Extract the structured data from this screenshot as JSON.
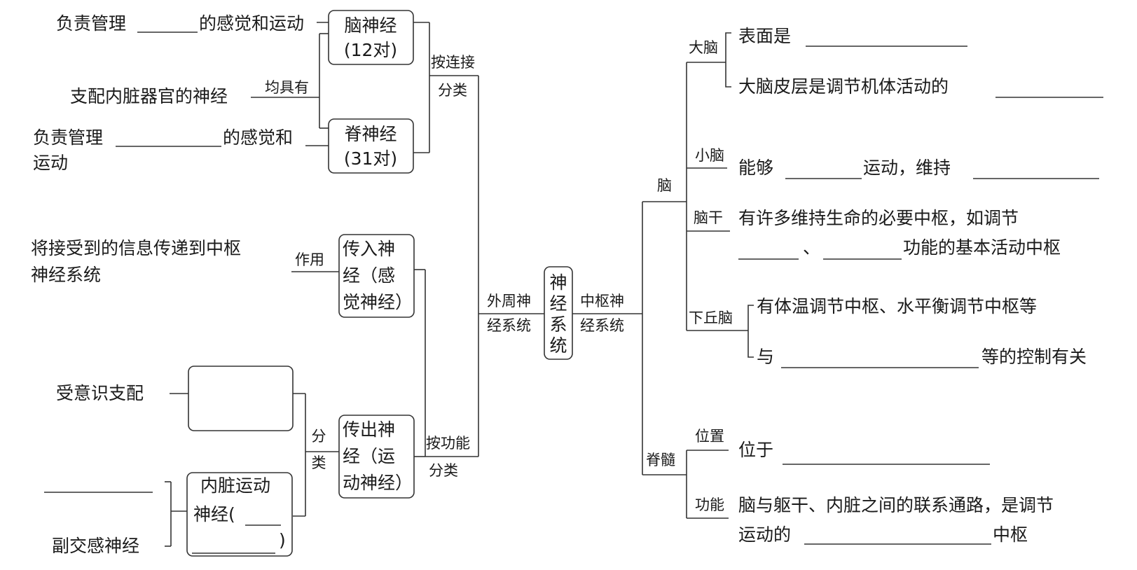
{
  "root": {
    "label_lines": [
      "神",
      "经",
      "系",
      "统"
    ]
  },
  "peripheral": {
    "label_lines": [
      "外周神",
      "经系统"
    ],
    "by_connection": {
      "label_lines": [
        "按连接",
        "分类"
      ]
    },
    "by_function": {
      "label_lines": [
        "按功能",
        "分类"
      ]
    },
    "cranial": {
      "box_lines": [
        "脑神经",
        "(12对)"
      ],
      "desc_prefix": "负责管理",
      "desc_suffix": "的感觉和运动"
    },
    "spinal": {
      "box_lines": [
        "脊神经",
        "(31对)"
      ],
      "desc_prefix": "负责管理",
      "desc_suffix": "的感觉和",
      "desc_line2": "运动"
    },
    "shared": {
      "link_label": "均具有",
      "text": "支配内脏器官的神经"
    },
    "afferent": {
      "box_lines": [
        "传入神",
        "经（感",
        "觉神经）"
      ],
      "link_label": "作用",
      "desc_lines": [
        "将接受到的信息传递到中枢",
        "神经系统"
      ]
    },
    "efferent": {
      "box_lines": [
        "传出神",
        "经（运",
        "动神经）"
      ],
      "classify_lines": [
        "分",
        "类"
      ],
      "somatic": {
        "box_lines": [],
        "desc": "受意识支配"
      },
      "visceral": {
        "box_lines": [
          "内脏运动",
          "神经(",
          ")"
        ],
        "branches": [
          "",
          "副交感神经"
        ]
      }
    }
  },
  "central": {
    "label_lines": [
      "中枢神",
      "经系统"
    ],
    "brain": {
      "label": "脑",
      "cerebrum": {
        "label": "大脑",
        "items": [
          {
            "prefix": "表面是",
            "suffix": ""
          },
          {
            "prefix": "大脑皮层是调节机体活动的",
            "suffix": ""
          }
        ]
      },
      "cerebellum": {
        "label": "小脑",
        "prefix": "能够",
        "middle": "运动，维持",
        "suffix": ""
      },
      "brainstem": {
        "label": "脑干",
        "line1": "有许多维持生命的必要中枢，如调节",
        "sep": "、",
        "line2_suffix": "功能的基本活动中枢"
      },
      "hypothalamus": {
        "label": "下丘脑",
        "items": [
          {
            "text": "有体温调节中枢、水平衡调节中枢等"
          },
          {
            "prefix": "与",
            "suffix": "等的控制有关"
          }
        ]
      }
    },
    "spinal_cord": {
      "label": "脊髓",
      "position": {
        "label": "位置",
        "prefix": "位于"
      },
      "function": {
        "label": "功能",
        "line1": "脑与躯干、内脏之间的联系通路，是调节",
        "line2_prefix": "运动的",
        "line2_suffix": "中枢"
      }
    }
  }
}
